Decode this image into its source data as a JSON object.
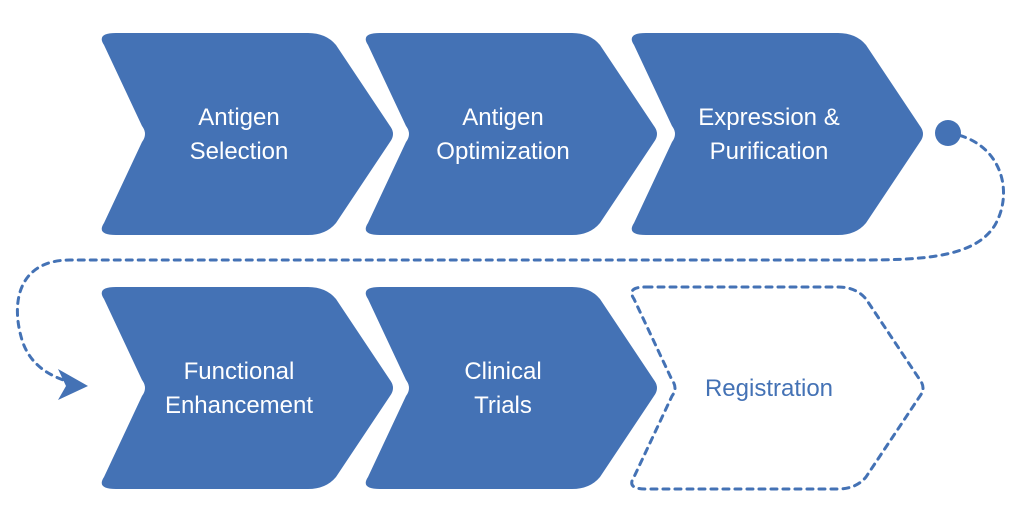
{
  "steps": [
    {
      "lines": [
        "Antigen",
        "Selection"
      ],
      "status": "filled"
    },
    {
      "lines": [
        "Antigen",
        "Optimization"
      ],
      "status": "filled"
    },
    {
      "lines": [
        "Expression &",
        "Purification"
      ],
      "status": "filled"
    },
    {
      "lines": [
        "Functional",
        "Enhancement"
      ],
      "status": "filled"
    },
    {
      "lines": [
        "Clinical",
        "Trials"
      ],
      "status": "filled"
    },
    {
      "lines": [
        "Registration"
      ],
      "status": "outline"
    }
  ],
  "colors": {
    "fill": "#4472b5",
    "outline": "#4472b5",
    "label_on_fill": "#ffffff",
    "label_on_outline": "#4472b5"
  },
  "connector": {
    "style": "dotted",
    "start_marker": "circle",
    "end_marker": "arrowhead"
  }
}
